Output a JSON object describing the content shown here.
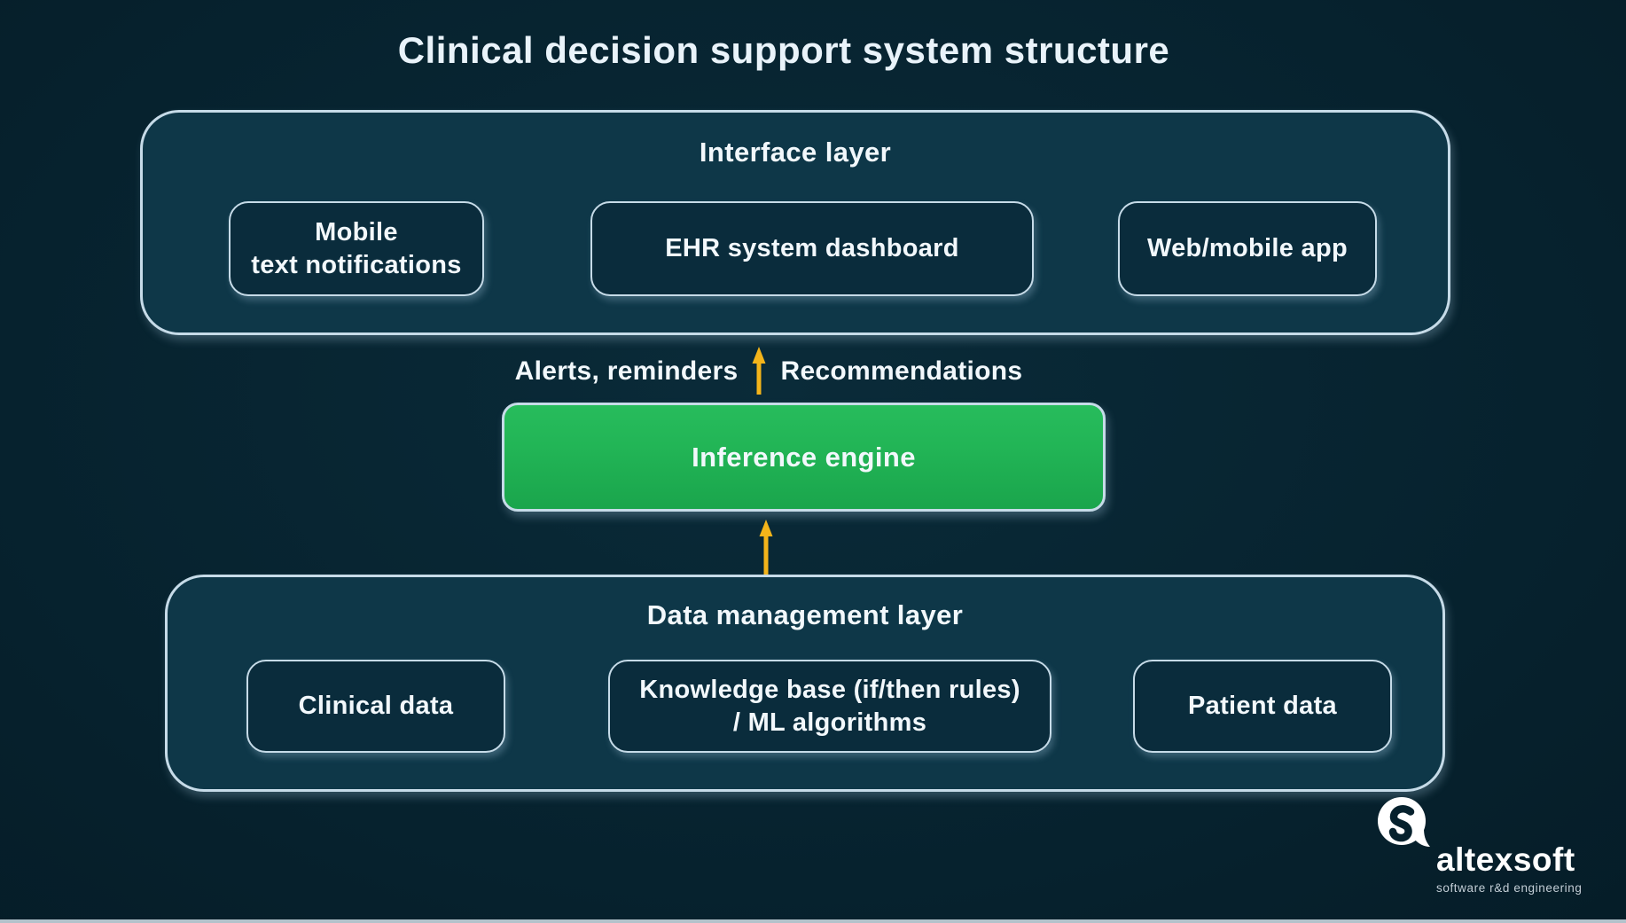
{
  "colors": {
    "background": "#06212d",
    "panel": "#0e3748",
    "box": "#0a2c3c",
    "border": "#c6dbe8",
    "accent-green": "#22b556",
    "accent-green-dark": "#1aa54c",
    "arrow-gold": "#f4b41a",
    "text": "#f2f8fc",
    "tagline": "#c3ced6",
    "bottom-line": "#b3c2cb"
  },
  "title": "Clinical decision support system structure",
  "interface_layer": {
    "label": "Interface layer",
    "boxes": [
      {
        "lines": [
          "Mobile",
          "text notifications"
        ]
      },
      {
        "lines": [
          "EHR system dashboard"
        ]
      },
      {
        "lines": [
          "Web/mobile app"
        ]
      }
    ]
  },
  "flow_top": {
    "left_label": "Alerts, reminders",
    "right_label": "Recommendations"
  },
  "inference_engine": {
    "label": "Inference engine"
  },
  "data_layer": {
    "label": "Data management layer",
    "boxes": [
      {
        "lines": [
          "Clinical data"
        ]
      },
      {
        "lines": [
          "Knowledge base (if/then rules)",
          "/ ML algorithms"
        ]
      },
      {
        "lines": [
          "Patient data"
        ]
      }
    ]
  },
  "branding": {
    "name": "altexsoft",
    "tagline": "software r&d engineering"
  }
}
